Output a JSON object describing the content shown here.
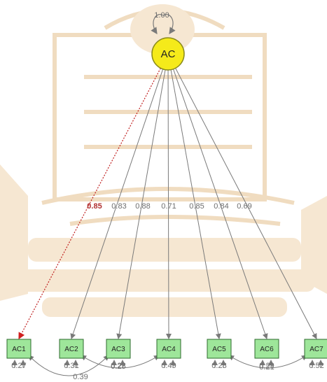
{
  "latent": {
    "label": "AC",
    "variance": "1.00"
  },
  "indicators": [
    {
      "label": "AC1",
      "loading": "0.85",
      "error": "0.27",
      "fixed": true
    },
    {
      "label": "AC2",
      "loading": "0.83",
      "error": "0.31",
      "fixed": false
    },
    {
      "label": "AC3",
      "loading": "0.88",
      "error": "0.22",
      "fixed": false
    },
    {
      "label": "AC4",
      "loading": "0.71",
      "error": "0.49",
      "fixed": false
    },
    {
      "label": "AC5",
      "loading": "0.85",
      "error": "0.28",
      "fixed": false
    },
    {
      "label": "AC6",
      "loading": "0.84",
      "error": "0.29",
      "fixed": false
    },
    {
      "label": "AC7",
      "loading": "0.69",
      "error": "0.52",
      "fixed": false
    }
  ],
  "covariances": [
    {
      "from": "AC1",
      "to": "AC3",
      "value": "0.39"
    },
    {
      "from": "AC2",
      "to": "AC4",
      "value": "0.25"
    },
    {
      "from": "AC5",
      "to": "AC7",
      "value": "0.21"
    }
  ],
  "colors": {
    "latent_fill": "#f5ea1a",
    "latent_stroke": "#8a8a1a",
    "indicator_fill": "#9ee69a",
    "indicator_stroke": "#2f6b2f",
    "path": "#7a7a7a",
    "fixed_path": "#c02020"
  }
}
